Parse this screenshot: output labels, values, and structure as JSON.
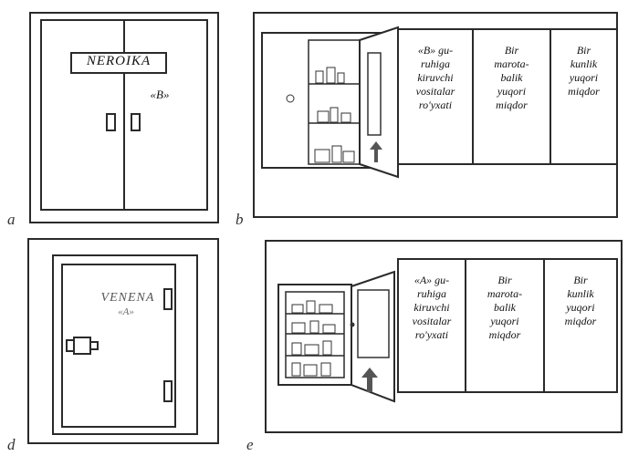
{
  "figures": {
    "a": {
      "letter": "a",
      "sign": "NEROIKA",
      "group_mark": "«B»"
    },
    "b": {
      "letter": "b",
      "columns": [
        "«B» gu-\nruhiga\nkiruvchi\nvositalar\nro'yxati",
        "Bir\nmarota-\nbalik\nyuqori\nmiqdor",
        "Bir\nkunlik\nyuqori\nmiqdor"
      ]
    },
    "d": {
      "letter": "d",
      "sign": "VENENA",
      "group_mark": "«A»"
    },
    "e": {
      "letter": "e",
      "columns": [
        "«A» gu-\nruhiga\nkiruvchi\nvositalar\nro'yxati",
        "Bir\nmarota-\nbalik\nyuqori\nmiqdor",
        "Bir\nkunlik\nyuqori\nmiqdor"
      ]
    }
  }
}
